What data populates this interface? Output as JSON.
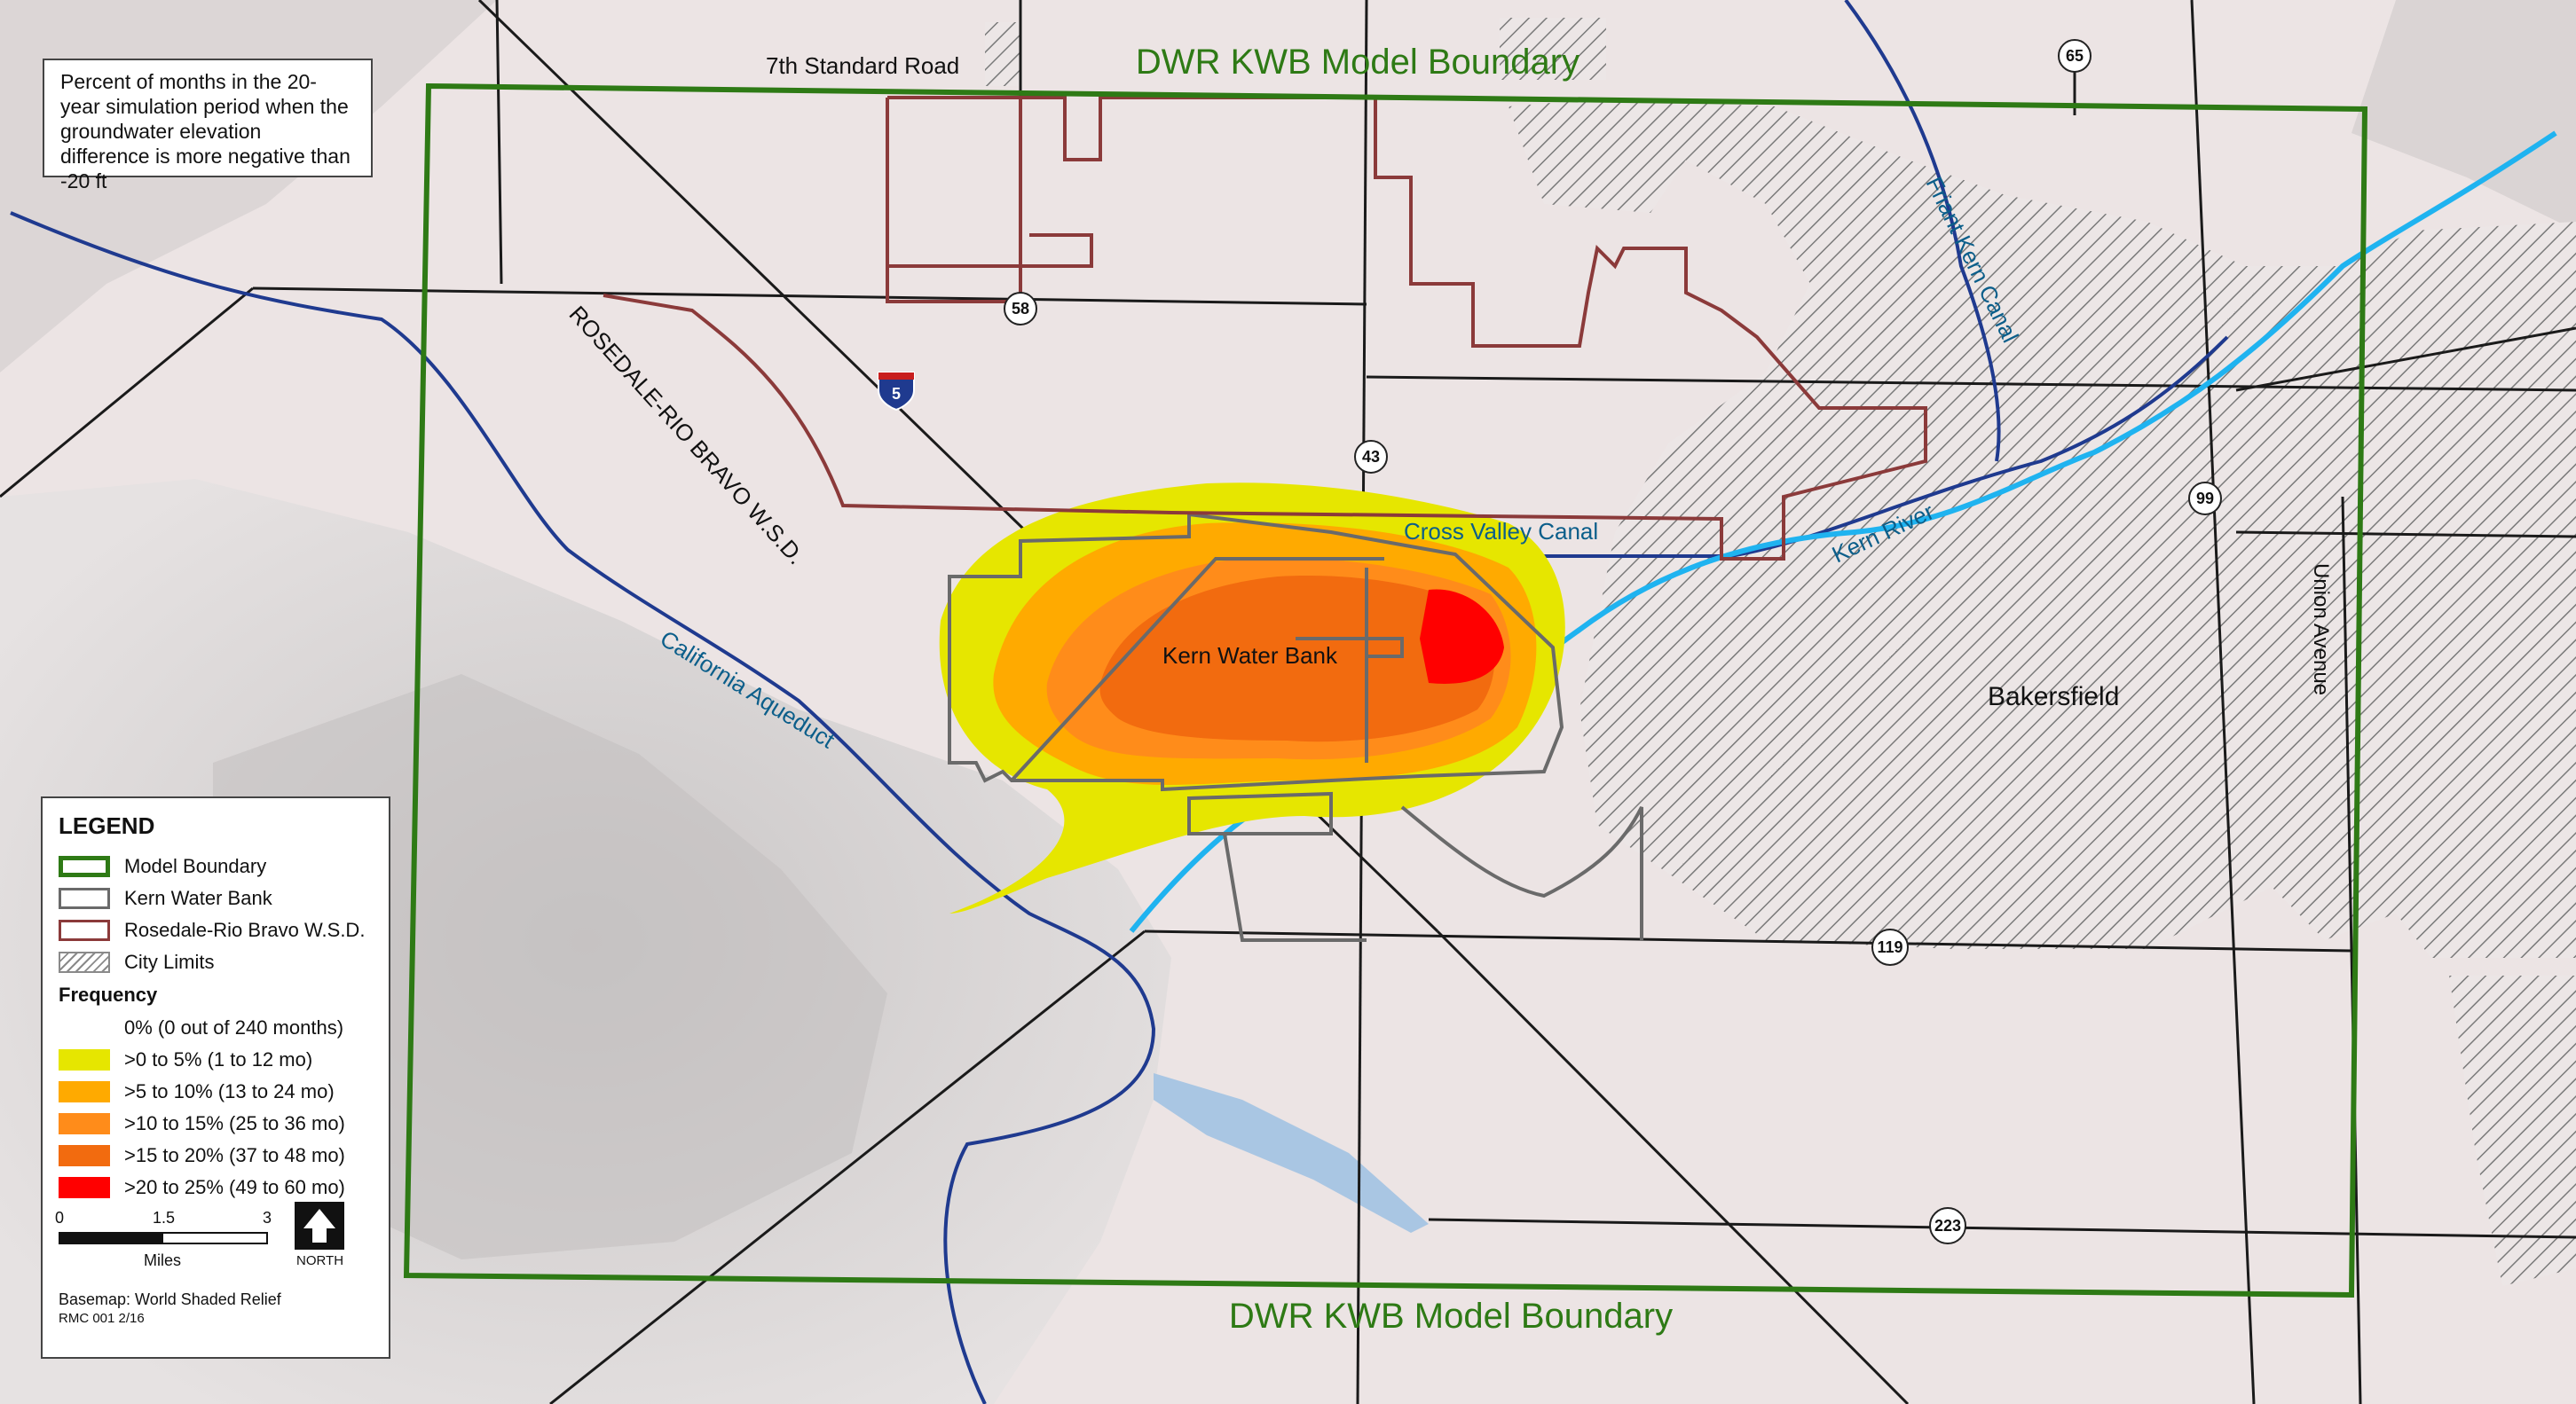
{
  "map": {
    "boundary_label_top": "DWR KWB Model Boundary",
    "boundary_label_bottom": "DWR KWB Model Boundary",
    "road_7th_standard": "7th Standard Road",
    "union_avenue": "Union Avenue",
    "rrb_label": "ROSEDALE-RIO BRAVO W.S.D.",
    "cross_valley_canal": "Cross Valley Canal",
    "kern_river": "Kern River",
    "friant_kern_canal": "Friant Kern Canal",
    "california_aqueduct": "California Aqueduct",
    "kern_water_bank": "Kern Water Bank",
    "bakersfield": "Bakersfield",
    "shields": {
      "interstate": "5",
      "route_58": "58",
      "route_43": "43",
      "route_65": "65",
      "route_99": "99",
      "route_119": "119",
      "route_223": "223"
    }
  },
  "note": {
    "text": "Percent of months in the 20-year simulation period when the groundwater elevation difference is more negative than -20 ft"
  },
  "legend": {
    "title": "LEGEND",
    "items": [
      {
        "label": "Model Boundary"
      },
      {
        "label": "Kern Water Bank"
      },
      {
        "label": "Rosedale-Rio Bravo W.S.D."
      },
      {
        "label": "City Limits"
      }
    ],
    "frequency_title": "Frequency",
    "frequency": [
      {
        "label": "0% (0 out of 240 months)",
        "color": ""
      },
      {
        "label": ">0 to 5% (1 to 12 mo)",
        "color": "#e6e600"
      },
      {
        "label": ">5 to 10% (13 to 24 mo)",
        "color": "#ffaa00"
      },
      {
        "label": ">10 to 15% (25 to 36 mo)",
        "color": "#ff8c1a"
      },
      {
        "label": ">15 to 20% (37 to 48 mo)",
        "color": "#f26b0f"
      },
      {
        "label": ">20 to 25% (49 to 60 mo)",
        "color": "#ff0000"
      }
    ],
    "scale": {
      "ticks": [
        "0",
        "1.5",
        "3"
      ],
      "unit": "Miles",
      "north": "NORTH"
    },
    "basemap": "Basemap: World Shaded Relief",
    "code": "RMC 001    2/16"
  }
}
